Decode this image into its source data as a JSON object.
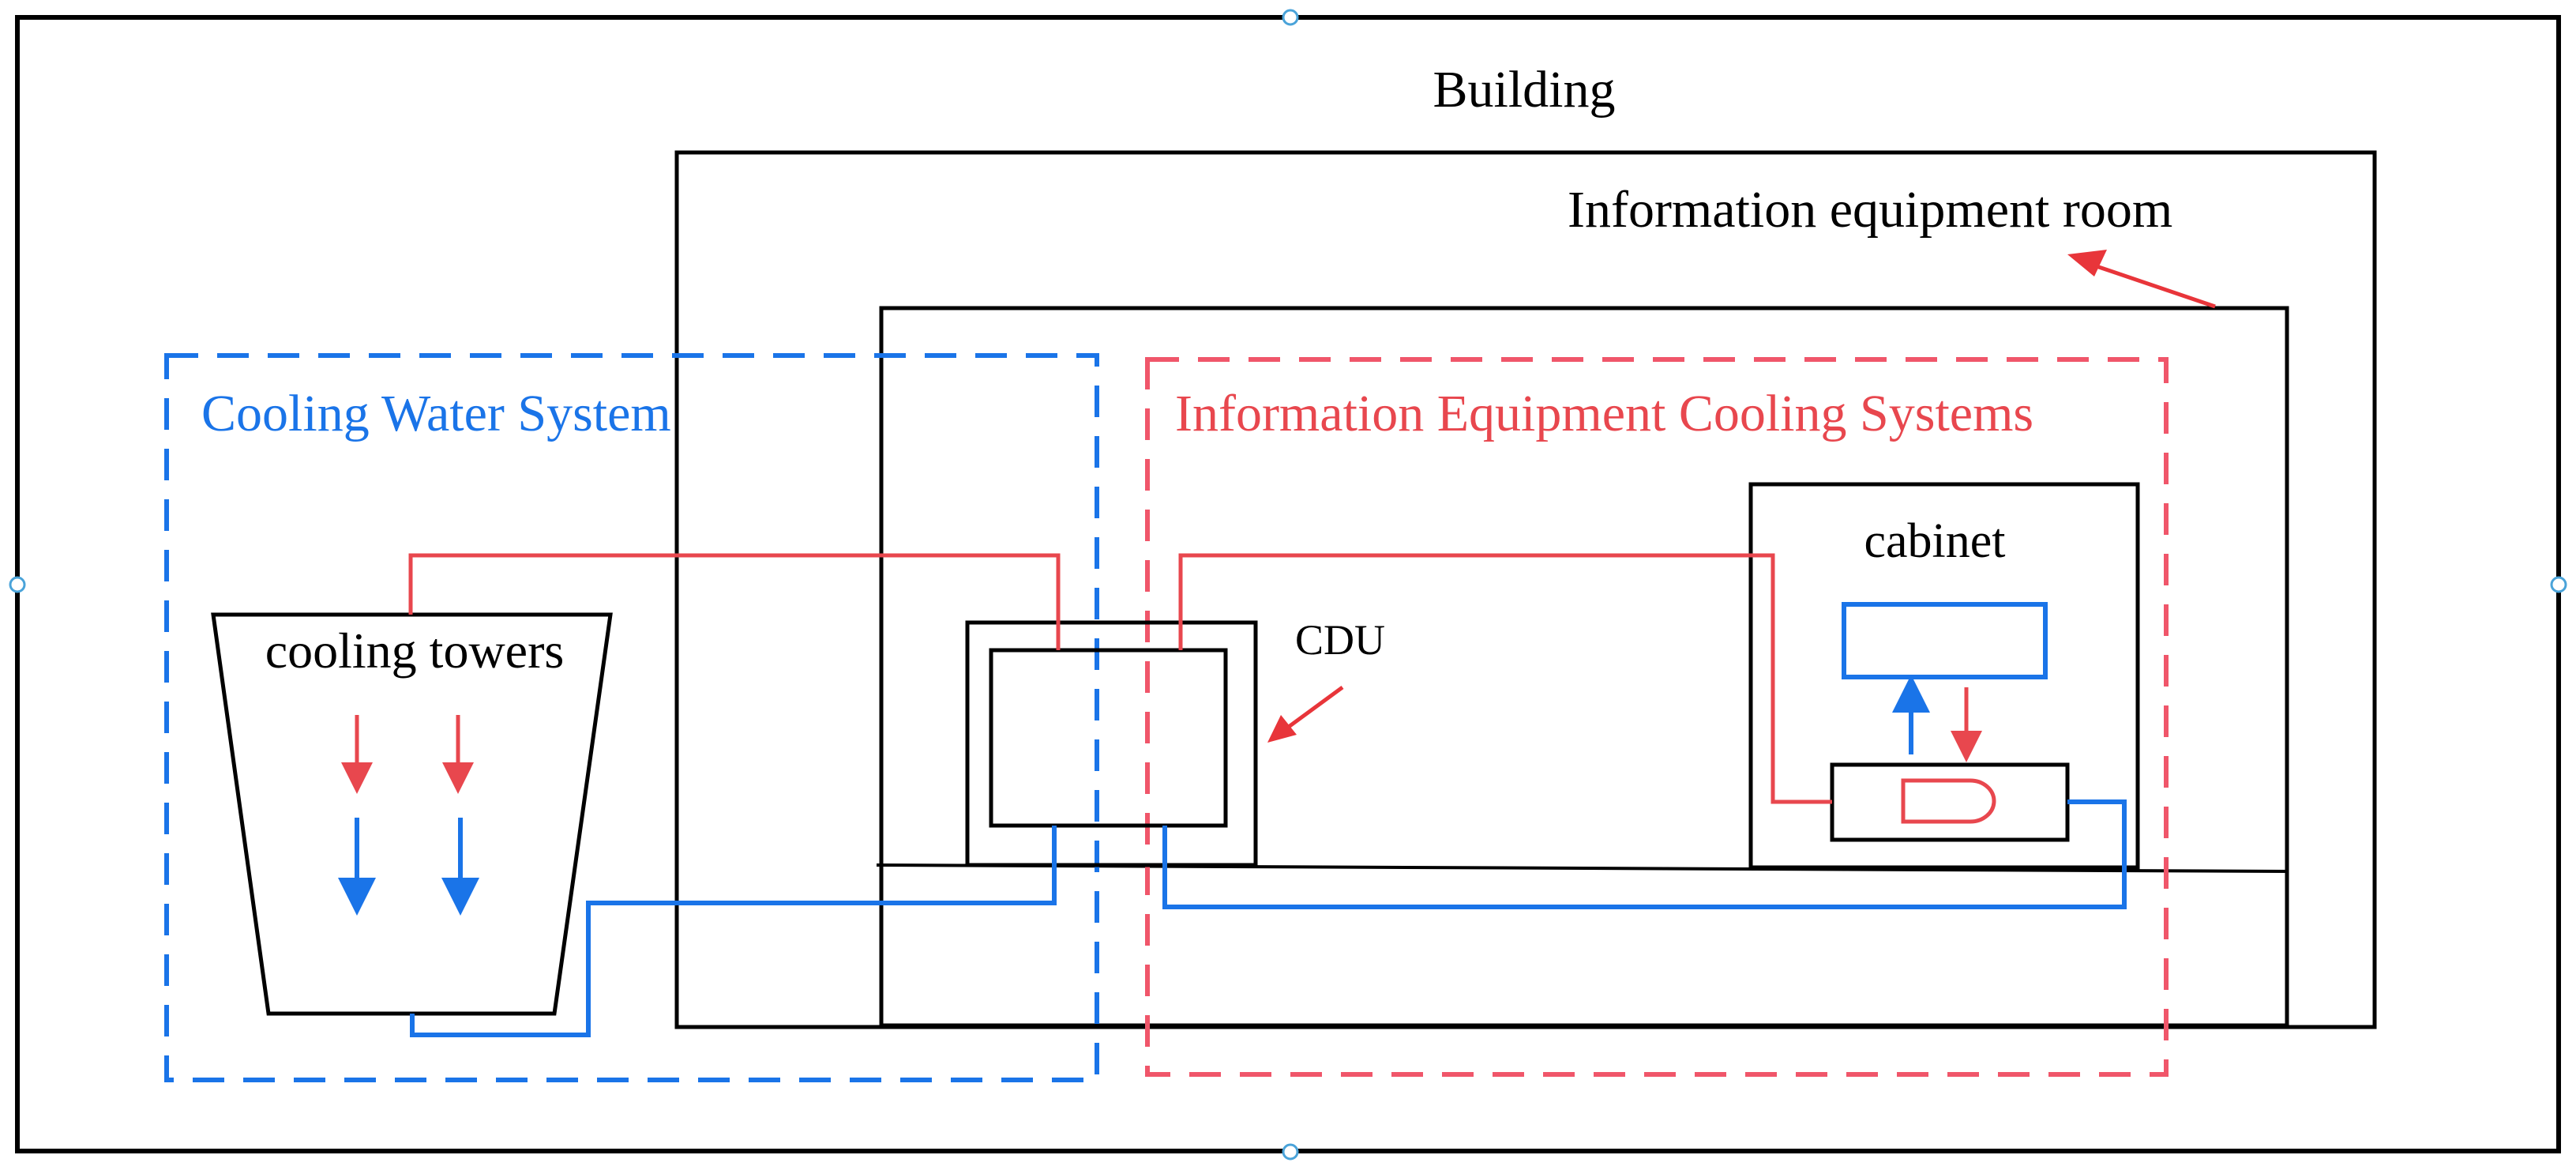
{
  "labels": {
    "building": "Building",
    "equipment_room": "Information equipment room",
    "cooling_water_system": "Cooling Water System",
    "it_cooling_systems": "Information Equipment Cooling Systems",
    "cooling_towers": "cooling towers",
    "cdu": "CDU",
    "cabinet": "cabinet"
  },
  "colors": {
    "hot_loop": "#e8474e",
    "cold_loop": "#1a74e8",
    "cooling_water_boundary": "#1a74e8",
    "it_cooling_boundary": "#f0566a",
    "annotation_arrow": "#e8353a",
    "outline": "#000000"
  }
}
